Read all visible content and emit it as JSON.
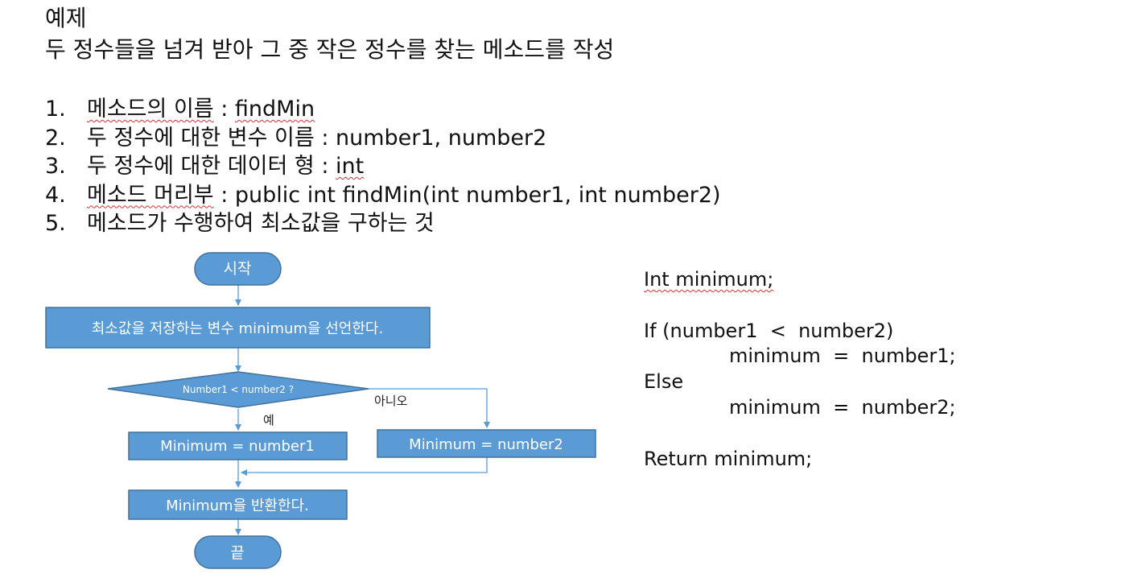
{
  "heading": {
    "title": "예제",
    "subtitle": "두 정수들을 넘겨 받아 그 중 작은 정수를 찾는 메소드를 작성"
  },
  "steps": [
    {
      "num": "1.",
      "label": "메소드의 이름",
      "sep": " : ",
      "value": "findMin"
    },
    {
      "num": "2.",
      "label": "두 정수에 대한 변수 이름",
      "sep": " : ",
      "value": "number1, number2"
    },
    {
      "num": "3.",
      "label": "두 정수에 대한 데이터 형",
      "sep": " : ",
      "value": "int"
    },
    {
      "num": "4.",
      "label": "메소드 머리부",
      "sep": " : ",
      "value": "public int findMin(int number1, int number2)"
    },
    {
      "num": "5.",
      "label": "메소드가 수행하여 최소값을 구하는 것",
      "sep": "",
      "value": ""
    }
  ],
  "flowchart": {
    "start": "시작",
    "declare": "최소값을 저장하는 변수 minimum을 선언한다.",
    "decision": "Number1 < number2 ?",
    "yes_label": "예",
    "no_label": "아니오",
    "assign_yes": "Minimum = number1",
    "assign_no": "Minimum = number2",
    "return": "Minimum을 반환한다.",
    "end": "끝",
    "fill_color": "#5b9bd5",
    "border_color": "#41719c",
    "line_color": "#5b9bd5"
  },
  "code": {
    "lines": [
      "Int minimum;",
      "",
      "If (number1  <  number2)",
      "minimum  =  number1;",
      "Else",
      "minimum  =  number2;",
      "",
      "Return minimum;"
    ]
  }
}
